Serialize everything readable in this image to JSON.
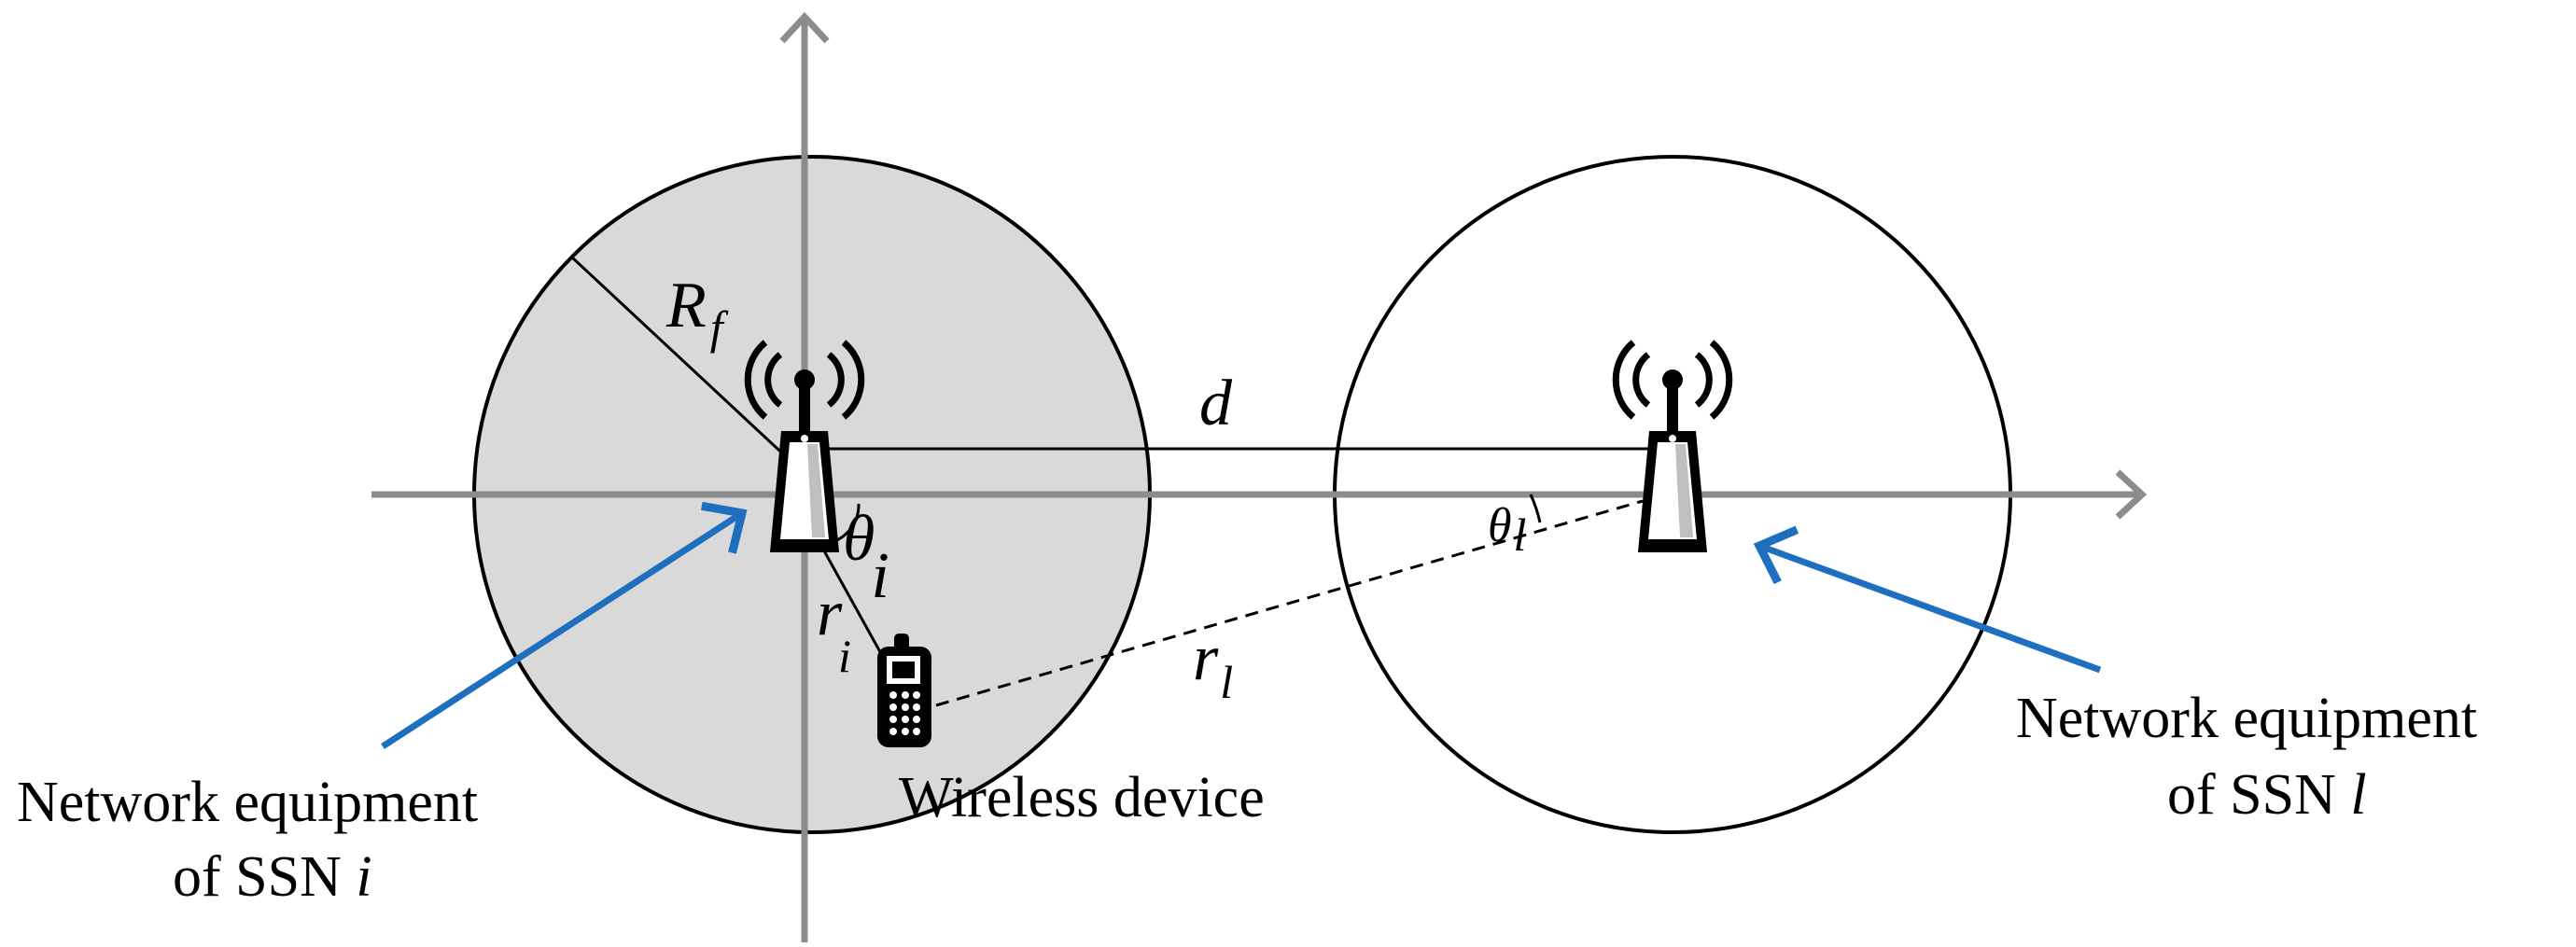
{
  "labels": {
    "radius_symbol": "R",
    "radius_sub": "f",
    "distance_symbol": "d",
    "angle_i_symbol": "θ",
    "angle_i_sub": "i",
    "angle_l_symbol": "θ",
    "angle_l_sub": "l",
    "dist_i_symbol": "r",
    "dist_i_sub": "i",
    "dist_l_symbol": "r",
    "dist_l_sub": "l",
    "wireless_device": "Wireless device",
    "net_i_line1": "Network equipment",
    "net_i_line2_prefix": "of SSN ",
    "net_i_line2_var": "i",
    "net_l_line1": "Network equipment",
    "net_l_line2_prefix": "of SSN ",
    "net_l_line2_var": "l"
  },
  "colors": {
    "cell_fill_i": "#d9d9d9",
    "axis": "#8c8c8c",
    "pointer_arrow": "#1f6fbf",
    "line": "#000000"
  },
  "icons": {
    "base_station": "antenna-tower-icon",
    "device": "mobile-phone-icon"
  }
}
